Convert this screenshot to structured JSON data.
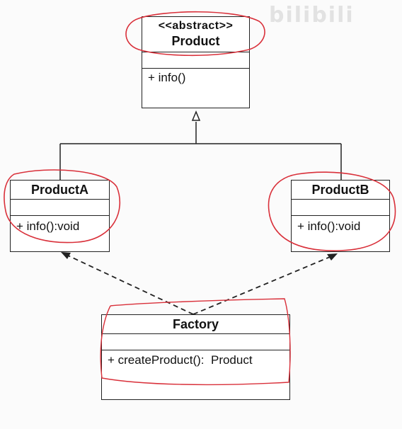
{
  "diagram": {
    "type": "uml-class-diagram",
    "classes": {
      "product": {
        "stereotype": "<<abstract>>",
        "name": "Product",
        "operations": [
          "+ info()"
        ]
      },
      "product_a": {
        "name": "ProductA",
        "operations": [
          "+ info():void"
        ]
      },
      "product_b": {
        "name": "ProductB",
        "operations": [
          "+ info():void"
        ]
      },
      "factory": {
        "name": "Factory",
        "operations": [
          "+ createProduct():  Product"
        ]
      }
    },
    "relations": [
      {
        "from": "product_a",
        "to": "product",
        "kind": "generalization"
      },
      {
        "from": "product_b",
        "to": "product",
        "kind": "generalization"
      },
      {
        "from": "factory",
        "to": "product_a",
        "kind": "dependency"
      },
      {
        "from": "factory",
        "to": "product_b",
        "kind": "dependency"
      }
    ],
    "annotation_color": "#d9303a",
    "line_color": "#222222"
  },
  "watermark": {
    "text": "bilibili"
  }
}
